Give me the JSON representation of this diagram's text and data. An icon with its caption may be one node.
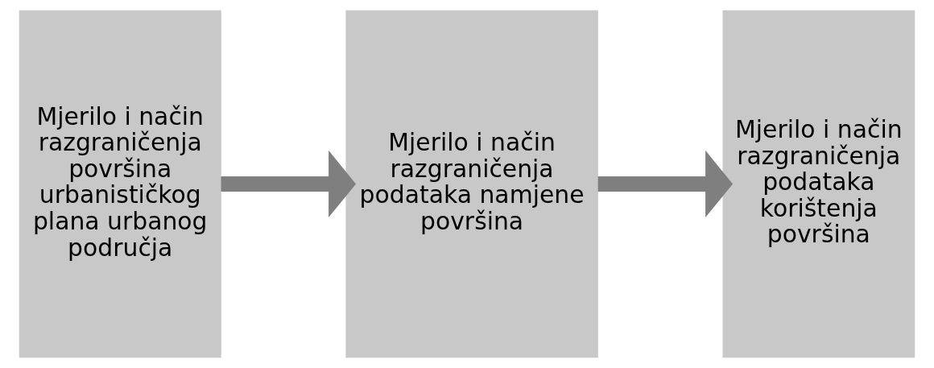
{
  "diagram": {
    "nodes": [
      {
        "text": [
          "Mjerilo i način razgraničenja površina urbanističkog plana urbanog područja"
        ]
      },
      {
        "text": [
          "Mjerilo i način razgraničenja podataka namjene površina"
        ]
      },
      {
        "text": [
          "Mjerilo i način razgraničenja podataka korištenja površina"
        ]
      }
    ],
    "edges": [
      {
        "from": 0,
        "to": 1,
        "arrow": "to"
      },
      {
        "from": 1,
        "to": 2,
        "arrow": "to"
      }
    ]
  }
}
